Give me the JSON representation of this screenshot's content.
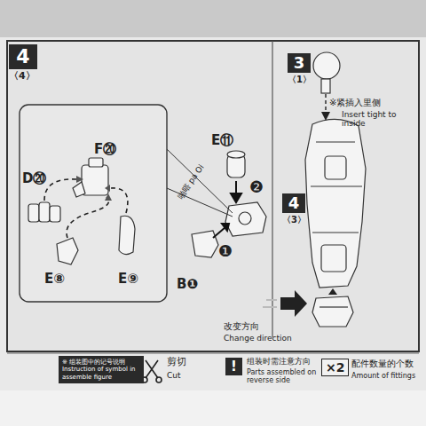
{
  "diagram": {
    "nodes": [
      {
        "text": [
          "4",
          "〈4〉"
        ]
      },
      {
        "text": [
          "3",
          "〈1〉"
        ]
      },
      {
        "text": [
          "4",
          "〈3〉"
        ]
      },
      {
        "text": [
          "※ 组装图中的记号说明",
          "Instruction of symbol in assemble figure"
        ]
      },
      {
        "text": [
          "!"
        ]
      },
      {
        "text": [
          "×2"
        ]
      }
    ],
    "labels": [
      "D⑳",
      "F⑳",
      "E⑧",
      "E⑨",
      "E⑪",
      "啪嗒 pa Oi",
      "❷",
      "❶",
      "B❶",
      "※紧插入里侧",
      "Insert tight to inside",
      "改变方向",
      "Change direction",
      "剪切",
      "Cut",
      "组装时需注意方向",
      "Parts assembled on reverse side",
      "配件数量的个数",
      "Amount of fittings"
    ]
  }
}
